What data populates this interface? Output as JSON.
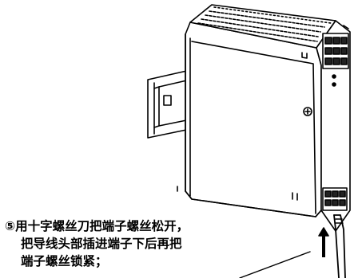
{
  "caption": {
    "line1": "⑤用十字螺丝刀把端子螺丝松开，",
    "line2": "把导线头部插进端子下后再把",
    "line3": "端子螺丝锁紧；"
  },
  "colors": {
    "ink": "#000000",
    "background": "#ffffff"
  },
  "icons": [
    "up-arrow-icon",
    "screwdriver-icon",
    "power-supply-illustration",
    "din-rail-illustration",
    "wire-illustration"
  ]
}
